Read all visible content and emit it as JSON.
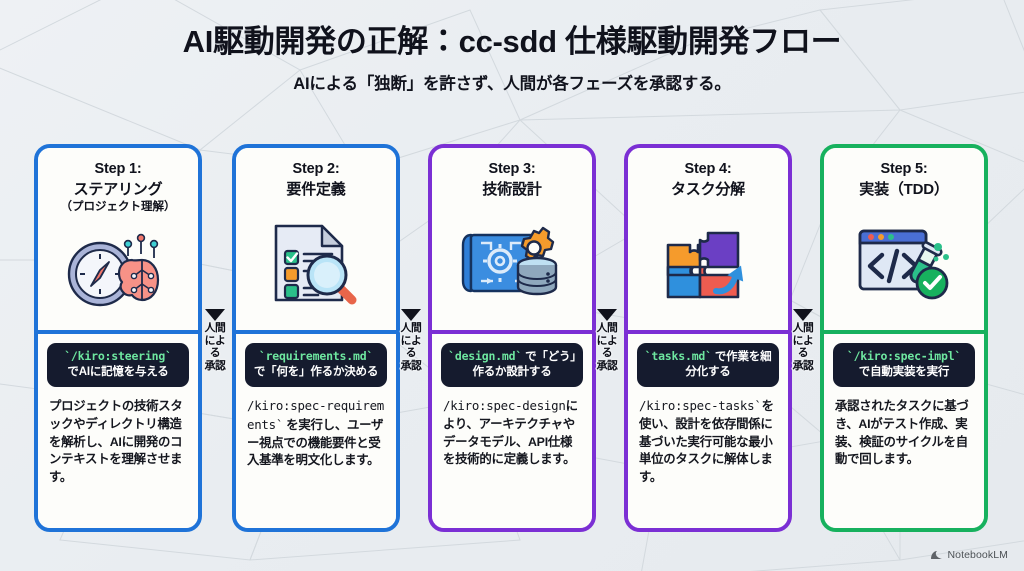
{
  "header": {
    "title": "AI駆動開発の正解：cc-sdd 仕様駆動開発フロー",
    "subtitle": "AIによる「独断」を許さず、人間が各フェーズを承認する。"
  },
  "colors": {
    "blue": "#1f73d8",
    "purple": "#7b2fd4",
    "green": "#17b15e",
    "chip_bg": "#151b2e",
    "chip_code": "#6ee7a0",
    "page_bg": "#eef1f4",
    "card_bg": "#fdfdfa"
  },
  "connector": {
    "line1": "人間",
    "line2": "による",
    "line3": "承認"
  },
  "cards": [
    {
      "step": "Step 1:",
      "name": "ステアリング",
      "sub": "（プロジェクト理解）",
      "accent": "blue",
      "icon": "compass-brain-icon",
      "chip_code": "`/kiro:steering`",
      "chip_text": "でAIに記憶を与える",
      "desc_code": "",
      "desc": "プロジェクトの技術スタックやディレクトリ構造を解析し、AIに開発のコンテキストを理解させます。"
    },
    {
      "step": "Step 2:",
      "name": "要件定義",
      "sub": "",
      "accent": "blue",
      "icon": "checklist-magnifier-icon",
      "chip_code": "`requirements.md`",
      "chip_text": "で「何を」作るか決める",
      "desc_code": "/kiro:spec-requirements`",
      "desc": " を実行し、ユーザー視点での機能要件と受入基準を明文化します。"
    },
    {
      "step": "Step 3:",
      "name": "技術設計",
      "sub": "",
      "accent": "purple",
      "icon": "blueprint-gear-database-icon",
      "chip_code": "`design.md`",
      "chip_text": " で「どう」作るか設計する",
      "desc_code": "/kiro:spec-design",
      "desc": "により、アーキテクチャやデータモデル、API仕様を技術的に定義します。"
    },
    {
      "step": "Step 4:",
      "name": "タスク分解",
      "sub": "",
      "accent": "purple",
      "icon": "puzzle-pieces-icon",
      "chip_code": "`tasks.md`",
      "chip_text": " で作業を細分化する",
      "desc_code": "/kiro:spec-tasks`",
      "desc": "を使い、設計を依存間係に基づいた実行可能な最小単位のタスクに解体します。"
    },
    {
      "step": "Step 5:",
      "name": "実装（TDD）",
      "sub": "",
      "accent": "green",
      "icon": "code-window-testtube-check-icon",
      "chip_code": "`/kiro:spec-impl`",
      "chip_text": "で自動実装を実行",
      "desc_code": "",
      "desc": "承認されたタスクに基づき、AIがテスト作成、実装、検証のサイクルを自動で回します。"
    }
  ],
  "watermark": {
    "label": "NotebookLM",
    "icon": "notebooklm-icon"
  }
}
